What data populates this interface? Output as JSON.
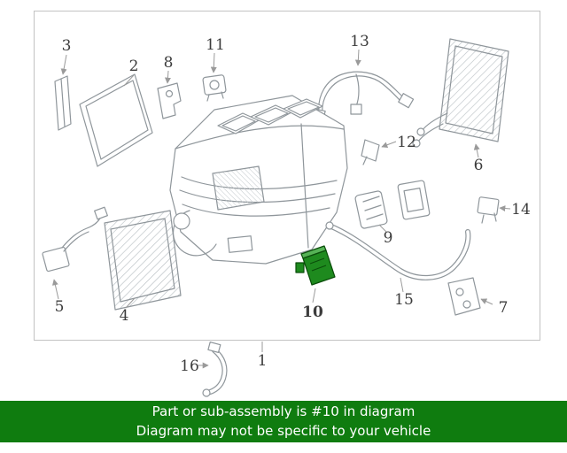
{
  "colors": {
    "banner-bg": "#0f7c0f",
    "banner-text": "#ffffff",
    "hl": "#1e8a1e",
    "hl-dark": "#0a4d0a",
    "hl-light": "#56b356",
    "part": "#8f969b",
    "leader": "#9a9a9a",
    "label": "#3c3c3c",
    "frame": "#c2c2c2"
  },
  "banner": {
    "line1": "Part or sub-assembly is #10 in diagram",
    "line2": "Diagram may not be specific to your vehicle"
  },
  "diagram": {
    "highlighted_part": "10",
    "callouts": [
      {
        "label": "1"
      },
      {
        "label": "2"
      },
      {
        "label": "3"
      },
      {
        "label": "4"
      },
      {
        "label": "5"
      },
      {
        "label": "6"
      },
      {
        "label": "7"
      },
      {
        "label": "8"
      },
      {
        "label": "9"
      },
      {
        "label": "10"
      },
      {
        "label": "11"
      },
      {
        "label": "12"
      },
      {
        "label": "13"
      },
      {
        "label": "14"
      },
      {
        "label": "15"
      },
      {
        "label": "16"
      }
    ]
  }
}
